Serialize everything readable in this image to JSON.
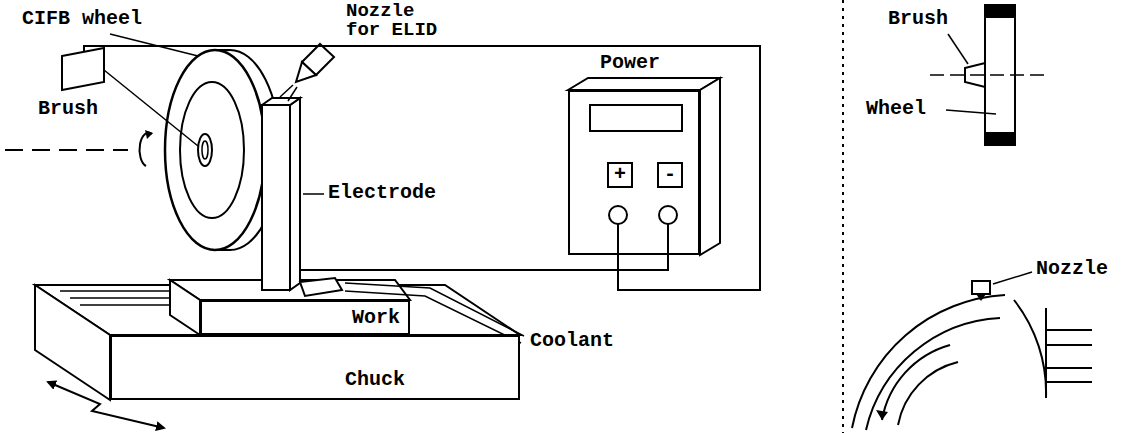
{
  "diagram": {
    "nodes": [
      {
        "text": [
          "Power"
        ]
      },
      {
        "text": [
          "+"
        ],
        "in": 0
      },
      {
        "text": [
          "-"
        ],
        "in": 0
      },
      {
        "text": [
          "Work"
        ]
      },
      {
        "text": [
          "Chuck"
        ]
      }
    ],
    "labels": [
      "CIFB wheel",
      "Nozzle for ELID",
      "Brush",
      "Electrode",
      "Coolant",
      "Brush",
      "Wheel",
      "Nozzle"
    ]
  }
}
